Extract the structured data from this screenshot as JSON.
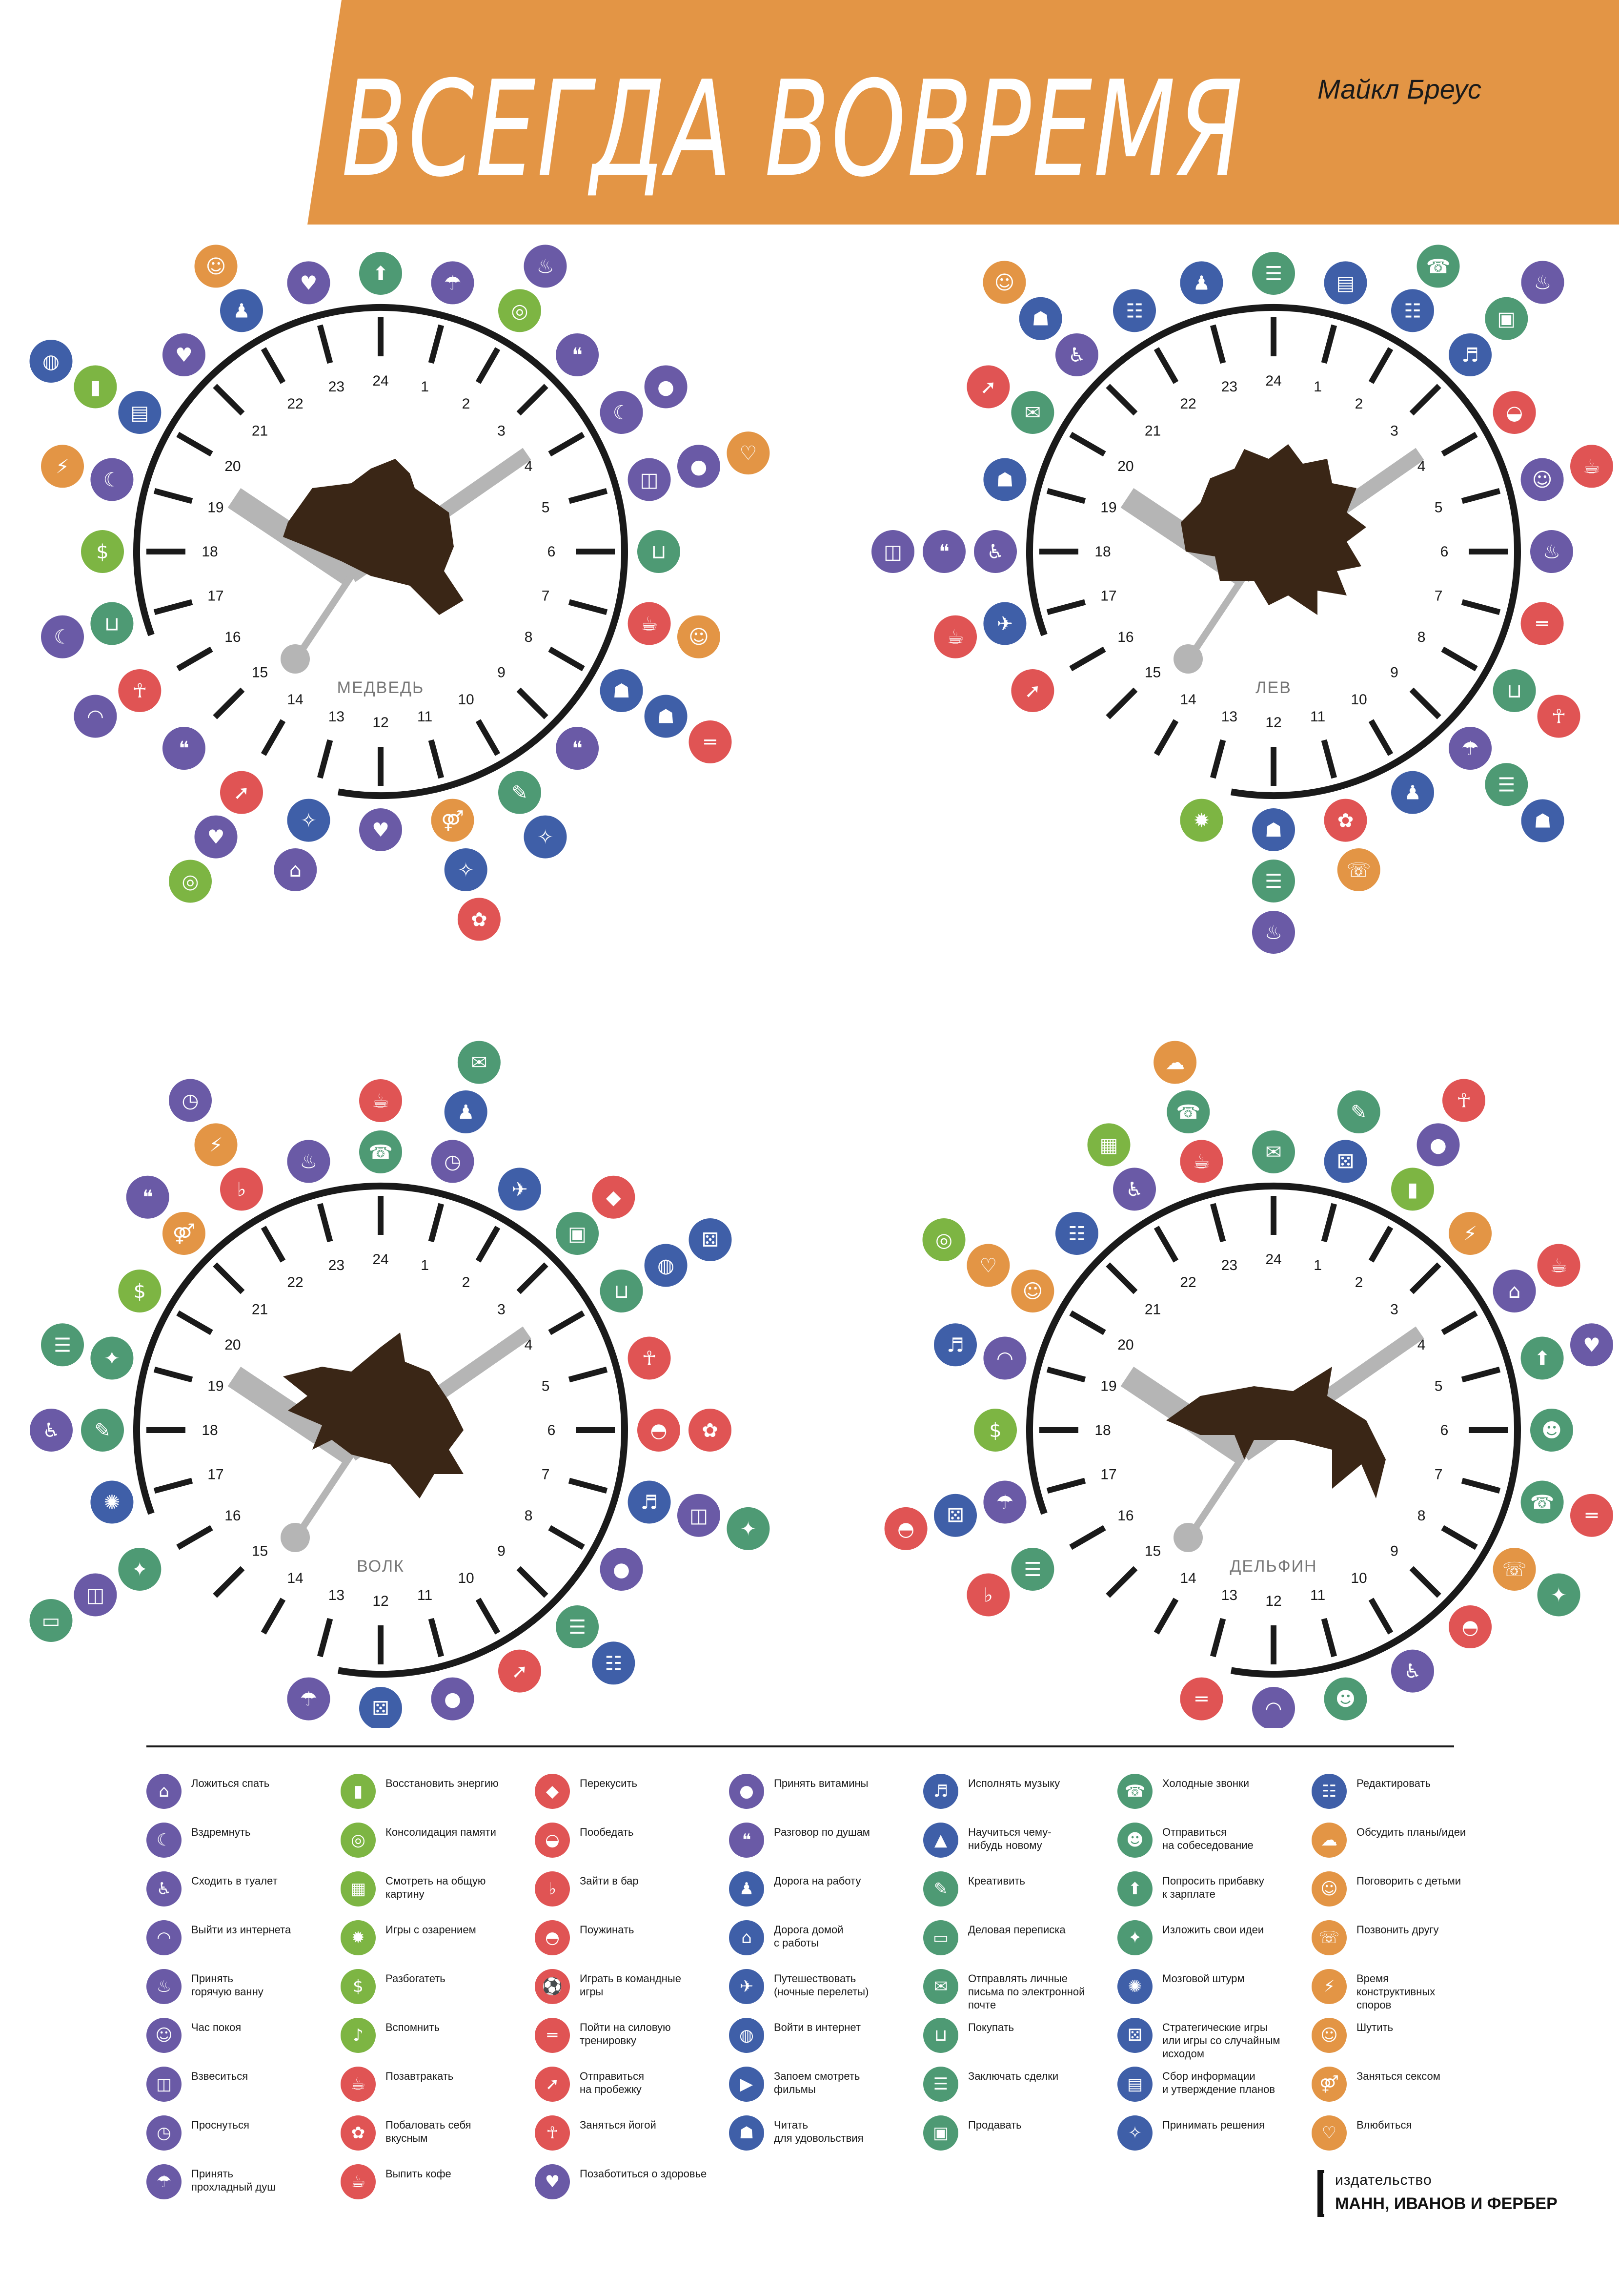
{
  "header": {
    "title": "ВСЕГДА ВОВРЕМЯ",
    "author": "Майкл Бреус"
  },
  "colors": {
    "orange": "#E39545",
    "purple": "#6A5AA6",
    "green": "#4E9A74",
    "lime": "#7DB543",
    "red": "#E05454",
    "blue": "#3F5FA8",
    "teal": "#3C8C66",
    "dark": "#1a1a1a",
    "gray": "#B5B5B5",
    "animal": "#3A2616"
  },
  "clocks": [
    {
      "label": "МЕДВЕДЬ",
      "animal": "bear"
    },
    {
      "label": "ЛЕВ",
      "animal": "lion"
    },
    {
      "label": "ВОЛК",
      "animal": "wolf"
    },
    {
      "label": "ДЕЛЬФИН",
      "animal": "dolphin"
    }
  ],
  "hours": [
    "24",
    "1",
    "2",
    "3",
    "4",
    "5",
    "6",
    "7",
    "8",
    "9",
    "10",
    "11",
    "12",
    "13",
    "14",
    "15",
    "16",
    "17",
    "18",
    "19",
    "20",
    "21",
    "22",
    "23"
  ],
  "activities": [
    {
      "label": "Ложиться спать",
      "color": "purple",
      "icon": "bed-icon"
    },
    {
      "label": "Вздремнуть",
      "color": "purple",
      "icon": "nap-icon"
    },
    {
      "label": "Сходить в туалет",
      "color": "purple",
      "icon": "toilet-icon"
    },
    {
      "label": "Выйти из интернета",
      "color": "purple",
      "icon": "wifi-off-icon"
    },
    {
      "label": "Принять\nгорячую ванну",
      "color": "purple",
      "icon": "bath-icon"
    },
    {
      "label": "Час покоя",
      "color": "purple",
      "icon": "calm-face-icon"
    },
    {
      "label": "Взвеситься",
      "color": "purple",
      "icon": "scales-icon"
    },
    {
      "label": "Проснуться",
      "color": "purple",
      "icon": "alarm-clock-icon"
    },
    {
      "label": "Принять\nпрохладный душ",
      "color": "purple",
      "icon": "shower-icon"
    },
    {
      "label": "Восстановить энергию",
      "color": "lime",
      "icon": "battery-icon"
    },
    {
      "label": "Консолидация памяти",
      "color": "lime",
      "icon": "memory-icon"
    },
    {
      "label": "Смотреть на общую\nкартину",
      "color": "lime",
      "icon": "puzzle-icon"
    },
    {
      "label": "Игры с озарением",
      "color": "lime",
      "icon": "lightbulb-icon"
    },
    {
      "label": "Разбогатеть",
      "color": "lime",
      "icon": "coins-icon"
    },
    {
      "label": "Вспомнить",
      "color": "lime",
      "icon": "bell-icon"
    },
    {
      "label": "Позавтракать",
      "color": "red",
      "icon": "breakfast-icon"
    },
    {
      "label": "Побаловать себя\nвкусным",
      "color": "red",
      "icon": "cupcake-icon"
    },
    {
      "label": "Выпить кофе",
      "color": "red",
      "icon": "coffee-icon"
    },
    {
      "label": "Перекусить",
      "color": "red",
      "icon": "snack-icon"
    },
    {
      "label": "Пообедать",
      "color": "red",
      "icon": "lunch-icon"
    },
    {
      "label": "Зайти в бар",
      "color": "red",
      "icon": "bar-icon"
    },
    {
      "label": "Поужинать",
      "color": "red",
      "icon": "dinner-icon"
    },
    {
      "label": "Играть в командные\nигры",
      "color": "red",
      "icon": "ball-icon"
    },
    {
      "label": "Пойти на силовую\nтренировку",
      "color": "red",
      "icon": "dumbbell-icon"
    },
    {
      "label": "Отправиться\nна пробежку",
      "color": "red",
      "icon": "runner-icon"
    },
    {
      "label": "Заняться йогой",
      "color": "red",
      "icon": "yoga-icon"
    },
    {
      "label": "Позаботиться о здоровье",
      "color": "purple",
      "icon": "health-icon"
    },
    {
      "label": "Принять витамины",
      "color": "purple",
      "icon": "vitamins-icon"
    },
    {
      "label": "Разговор по душам",
      "color": "purple",
      "icon": "talk-icon"
    },
    {
      "label": "Дорога на работу",
      "color": "blue",
      "icon": "commute-icon"
    },
    {
      "label": "Дорога домой\nс работы",
      "color": "blue",
      "icon": "home-icon"
    },
    {
      "label": "Путешествовать\n(ночные перелеты)",
      "color": "blue",
      "icon": "plane-icon"
    },
    {
      "label": "Войти в интернет",
      "color": "blue",
      "icon": "globe-icon"
    },
    {
      "label": "Запоем смотреть\nфильмы",
      "color": "blue",
      "icon": "video-icon"
    },
    {
      "label": "Читать\nдля удовольствия",
      "color": "blue",
      "icon": "reading-icon"
    },
    {
      "label": "Исполнять музыку",
      "color": "blue",
      "icon": "guitar-icon"
    },
    {
      "label": "Научиться чему-\nнибудь новому",
      "color": "blue",
      "icon": "graduation-icon"
    },
    {
      "label": "Креативить",
      "color": "green",
      "icon": "pencil-icon"
    },
    {
      "label": "Деловая переписка",
      "color": "green",
      "icon": "laptop-icon"
    },
    {
      "label": "Отправлять личные\nписьма по электронной\nпочте",
      "color": "green",
      "icon": "email-icon"
    },
    {
      "label": "Покупать",
      "color": "green",
      "icon": "cart-icon"
    },
    {
      "label": "Заключать сделки",
      "color": "green",
      "icon": "contract-icon"
    },
    {
      "label": "Продавать",
      "color": "green",
      "icon": "sell-icon"
    },
    {
      "label": "Холодные звонки",
      "color": "green",
      "icon": "phone-icon"
    },
    {
      "label": "Отправиться\nна собеседование",
      "color": "green",
      "icon": "interview-icon"
    },
    {
      "label": "Попросить прибавку\nк зарплате",
      "color": "green",
      "icon": "raise-icon"
    },
    {
      "label": "Изложить свои идеи",
      "color": "green",
      "icon": "idea-icon"
    },
    {
      "label": "Мозговой штурм",
      "color": "blue",
      "icon": "brain-icon"
    },
    {
      "label": "Стратегические игры\nили игры со случайным\nисходом",
      "color": "blue",
      "icon": "strategy-icon"
    },
    {
      "label": "Сбор информации\nи утверждение планов",
      "color": "blue",
      "icon": "folder-icon"
    },
    {
      "label": "Принимать решения",
      "color": "blue",
      "icon": "decision-icon"
    },
    {
      "label": "Редактировать",
      "color": "blue",
      "icon": "edit-icon"
    },
    {
      "label": "Обсудить планы/идеи",
      "color": "orange",
      "icon": "chat-icon"
    },
    {
      "label": "Поговорить с детьми",
      "color": "orange",
      "icon": "kids-icon"
    },
    {
      "label": "Позвонить другу",
      "color": "orange",
      "icon": "call-friend-icon"
    },
    {
      "label": "Время\nконструктивных\nспоров",
      "color": "orange",
      "icon": "argue-icon"
    },
    {
      "label": "Шутить",
      "color": "orange",
      "icon": "smile-icon"
    },
    {
      "label": "Заняться сексом",
      "color": "orange",
      "icon": "sex-icon"
    },
    {
      "label": "Влюбиться",
      "color": "orange",
      "icon": "heart-icon"
    }
  ],
  "publisher": {
    "line1": "издательство",
    "line2": "МАНН, ИВАНОВ И ФЕРБЕР"
  }
}
